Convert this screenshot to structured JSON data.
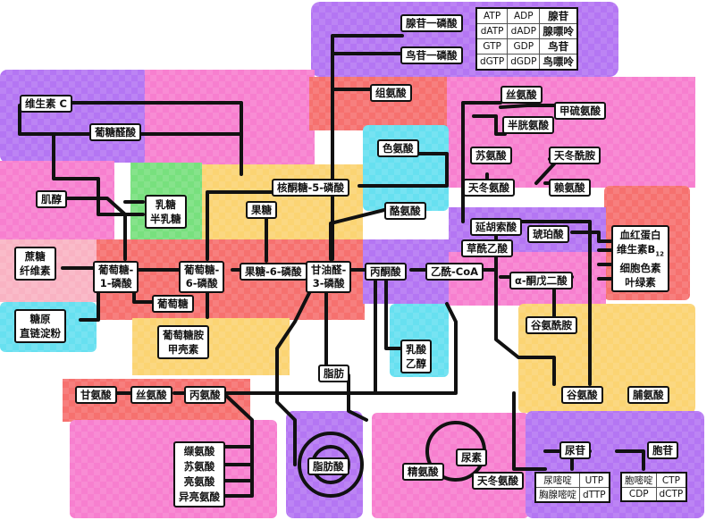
{
  "colors": {
    "purple": "#b476f3",
    "pink": "#f77fcf",
    "salmon": "#f6716f",
    "light_pink": "#f9b3c3",
    "yellow": "#fbd473",
    "cyan": "#67e0f0",
    "green": "#78e07e",
    "line": "#111111"
  },
  "nodes": {
    "vitamin_c": "维生素 C",
    "glucuronic_acid": "葡糖醛酸",
    "inositol": "肌醇",
    "lactose": "乳糖",
    "galactose": "半乳糖",
    "sucrose": "蔗糖",
    "cellulose": "纤维素",
    "g1p_line1": "葡萄糖-",
    "g1p_line2": "1-磷酸",
    "g6p_line1": "葡萄糖-",
    "g6p_line2": "6-磷酸",
    "glucose": "葡萄糖",
    "glycogen": "糖原",
    "amylose": "直链淀粉",
    "fructose": "果糖",
    "f6p": "果糖-6-磷酸",
    "ribulose5p": "核酮糖-5-磷酸",
    "gap_line1": "甘油醛-",
    "gap_line2": "3-磷酸",
    "glucosamine": "葡萄糖胺",
    "chitin": "甲壳素",
    "pyruvate": "丙酮酸",
    "acetyl_coa": "乙酰-CoA",
    "lactate": "乳酸",
    "ethanol": "乙醇",
    "lipid": "脂肪",
    "fatty_acid": "脂肪酸",
    "glycine": "甘氨酸",
    "serine_low": "丝氨酸",
    "alanine": "丙氨酸",
    "valine": "缬氨酸",
    "threonine_low": "苏氨酸",
    "leucine": "亮氨酸",
    "isoleucine": "异亮氨酸",
    "histidine": "组氨酸",
    "tryptophan": "色氨酸",
    "tyrosine": "酪氨酸",
    "serine_top": "丝氨酸",
    "methionine": "甲硫氨酸",
    "cysteine": "半胱氨酸",
    "threonine_top": "苏氨酸",
    "aspartate": "天冬氨酸",
    "asparagine": "天冬酰胺",
    "lysine": "赖氨酸",
    "citrate": "延胡索酸",
    "oxaloacetate": "草酰乙酸",
    "succinate": "琥珀酸",
    "akg": "α-酮戊二酸",
    "glutamine": "谷氨酰胺",
    "glutamate": "谷氨酸",
    "proline": "脯氨酸",
    "hemoglobin": "血红蛋白",
    "vitb12": "维生素B",
    "vitb12_sub": "12",
    "cytochrome": "细胞色素",
    "chlorophyll": "叶绿素",
    "amp": "腺苷一磷酸",
    "gmp": "鸟苷一磷酸",
    "arginine": "精氨酸",
    "urea": "尿素",
    "aspartate_low": "天冬氨酸",
    "uridine": "尿苷",
    "cytidine": "胞苷"
  },
  "purine_table": [
    [
      "ATP",
      "ADP",
      "腺苷"
    ],
    [
      "dATP",
      "dADP",
      "腺嘌呤"
    ],
    [
      "GTP",
      "GDP",
      "鸟苷"
    ],
    [
      "dGTP",
      "dGDP",
      "鸟嘌呤"
    ]
  ],
  "uracil_table": [
    [
      "尿嘧啶",
      "UTP"
    ],
    [
      "胸腺嘧啶",
      "dTTP"
    ]
  ],
  "cytosine_table": [
    [
      "胞嘧啶",
      "CTP"
    ],
    [
      "CDP",
      "dCTP"
    ]
  ]
}
